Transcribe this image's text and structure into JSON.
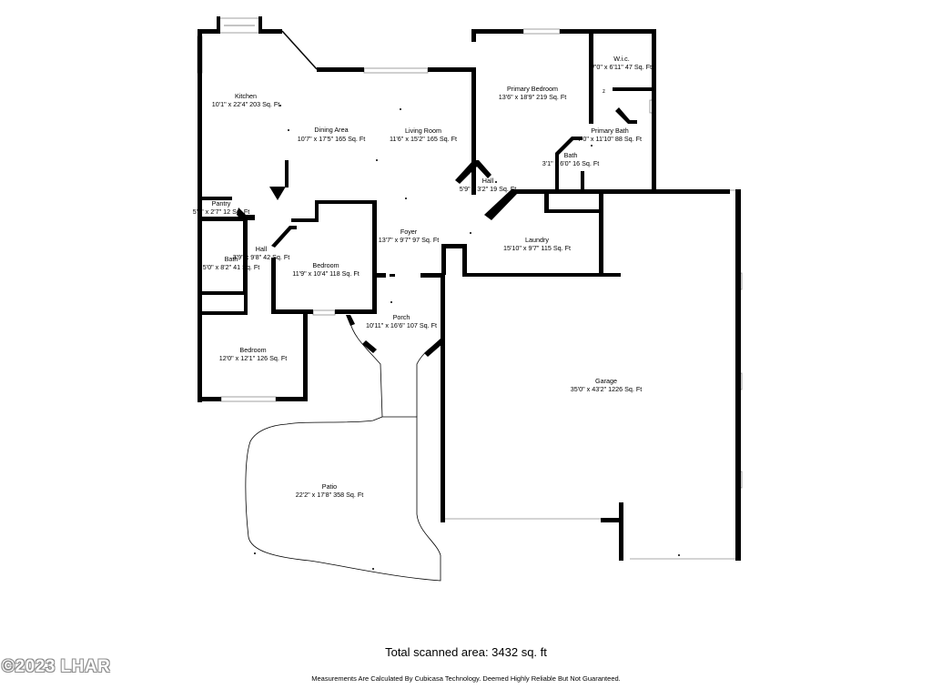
{
  "plan": {
    "rooms": [
      {
        "id": "kitchen",
        "name": "Kitchen",
        "dims": "10'1\" x 22'4\" 203 Sq. Ft"
      },
      {
        "id": "dining-area",
        "name": "Dining Area",
        "dims": "10'7\" x 17'5\" 165 Sq. Ft"
      },
      {
        "id": "living-room",
        "name": "Living Room",
        "dims": "11'6\" x 15'2\" 165 Sq. Ft"
      },
      {
        "id": "primary-bedroom",
        "name": "Primary Bedroom",
        "dims": "13'6\" x 18'9\" 219 Sq. Ft"
      },
      {
        "id": "wic",
        "name": "W.i.c.",
        "dims": "7'0\" x 6'11\" 47 Sq. Ft"
      },
      {
        "id": "primary-bath",
        "name": "Primary Bath",
        "dims": "7'0\" x 11'10\" 88 Sq. Ft"
      },
      {
        "id": "bath-small",
        "name": "Bath",
        "dims": "3'1\" x 6'0\" 16 Sq. Ft"
      },
      {
        "id": "hall-east",
        "name": "Hall",
        "dims": "5'9\" x 3'2\" 19 Sq. Ft"
      },
      {
        "id": "pantry",
        "name": "Pantry",
        "dims": "5'8\" x 2'7\" 12 Sq. Ft"
      },
      {
        "id": "hall-west",
        "name": "Hall",
        "dims": "3'9\" x 9'8\" 42 Sq. Ft"
      },
      {
        "id": "bath-west",
        "name": "Bath",
        "dims": "5'0\" x 8'2\" 41 Sq. Ft"
      },
      {
        "id": "bedroom-center",
        "name": "Bedroom",
        "dims": "11'9\" x 10'4\" 118 Sq. Ft"
      },
      {
        "id": "foyer",
        "name": "Foyer",
        "dims": "13'7\" x 9'7\" 97 Sq. Ft"
      },
      {
        "id": "laundry",
        "name": "Laundry",
        "dims": "15'10\" x 9'7\" 115 Sq. Ft"
      },
      {
        "id": "porch",
        "name": "Porch",
        "dims": "10'11\" x 16'6\" 107 Sq. Ft"
      },
      {
        "id": "bedroom-southwest",
        "name": "Bedroom",
        "dims": "12'0\" x 12'1\" 126 Sq. Ft"
      },
      {
        "id": "garage",
        "name": "Garage",
        "dims": "35'0\" x 43'2\" 1226 Sq. Ft"
      },
      {
        "id": "patio",
        "name": "Patio",
        "dims": "22'2\" x 17'8\" 358 Sq. Ft"
      }
    ]
  },
  "footer": {
    "total": "Total scanned area: 3432 sq. ft",
    "disclaimer": "Measurements Are Calculated By Cubicasa Technology. Deemed Highly Reliable But Not Guaranteed."
  },
  "watermark": {
    "text": "©2023 LHAR"
  },
  "colors": {
    "wall": "#000000",
    "window": "#8a8a8a",
    "background": "#ffffff"
  }
}
